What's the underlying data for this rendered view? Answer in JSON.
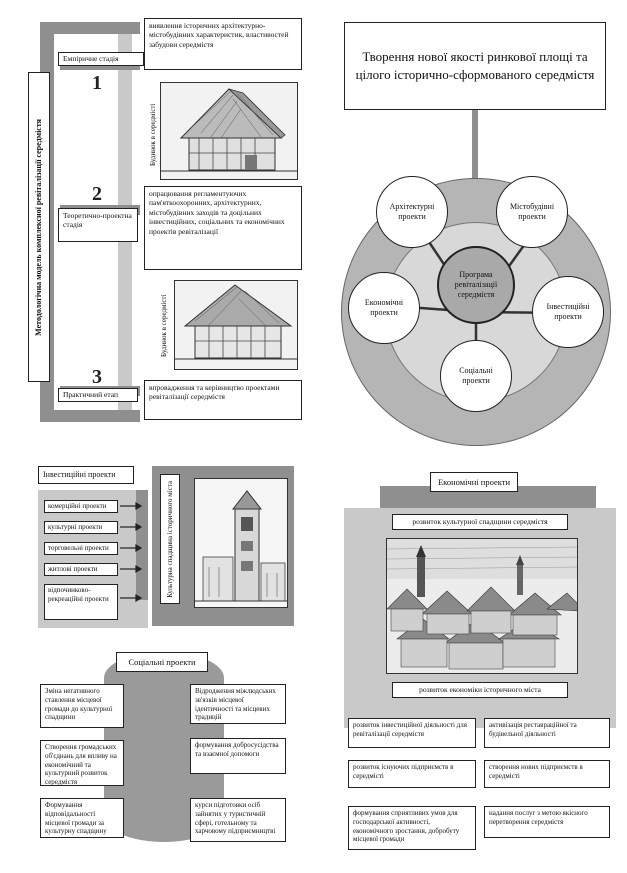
{
  "methodology": {
    "vertical_title": "Методологічна модель комплексної ревіталізації середмістя",
    "stage1_label": "Емпіричне стадія",
    "stage1_number": "1",
    "stage1_desc": "виявлення історичних архітектурно-містобудівних характеристик, властивостей забудови середмістя",
    "image1_caption": "Будинок в середмісті",
    "stage2_number": "2",
    "stage2_label": "Теоретично-проектна стадія",
    "stage2_desc": "опрацювання регламентуючих пам'яткоохоронних, архітектурних, містобудівних заходів та доцільних інвестиційних, соціальних та економічних проектів ревіталізації",
    "image2_caption": "Будинок в середмісті",
    "stage3_number": "3",
    "stage3_label": "Практичний етап",
    "stage3_desc": "впровадження та керівництво проектами ревіталізації середмістя"
  },
  "program": {
    "title": "Творення нової якості ринкової площі та цілого історично-сформованого середмістя",
    "center": "Програма ревіталізації середмістя",
    "satellites": [
      "Архітектурні проекти",
      "Містобудівні проекти",
      "Інвестиційні проекти",
      "Соціальні проекти",
      "Економічні проекти"
    ]
  },
  "investment": {
    "title": "Інвестиційні проекти",
    "items": [
      "комерційні проекти",
      "культурні проекти",
      "торговельні проекти",
      "житлові проекти",
      "відпочинково-рекреаційні проекти"
    ],
    "vertical_label": "Культурна спадщина історичного міста"
  },
  "social": {
    "title": "Соціальні проекти",
    "left": [
      "Зміна негативного ставлення місцевої громади до культурної спадщини",
      "Створення громадських об'єднань для впливу на економічний та культурний розвиток середмістя",
      "Формування відповідальності місцевої громади за культурну спадщину"
    ],
    "right": [
      "Відродження міжлюдських зв'язків місцевої ідентичності та місцевих традицій",
      "формування добросусідства та взаємної допомоги",
      "курси підготовки осіб зайнятих у туристичній сфері, готельному та харчовому підприємництві"
    ]
  },
  "economic": {
    "title": "Економічні проекти",
    "top_box": "розвиток культурної спадщини середмістя",
    "bottom_box": "розвиток економіки історичного міста",
    "left": [
      "розвиток інвестиційної діяльності для ревіталізації середмістя",
      "розвиток існуючих підприємств в середмісті",
      "формування сприятливих умов для господарської активності, економічного зростання, добробуту місцевої громади"
    ],
    "right": [
      "активізація реставраційної та будівельної діяльності",
      "створення нових підприємств в середмісті",
      "надання послуг з метою якісного перетворення середмістя"
    ]
  }
}
